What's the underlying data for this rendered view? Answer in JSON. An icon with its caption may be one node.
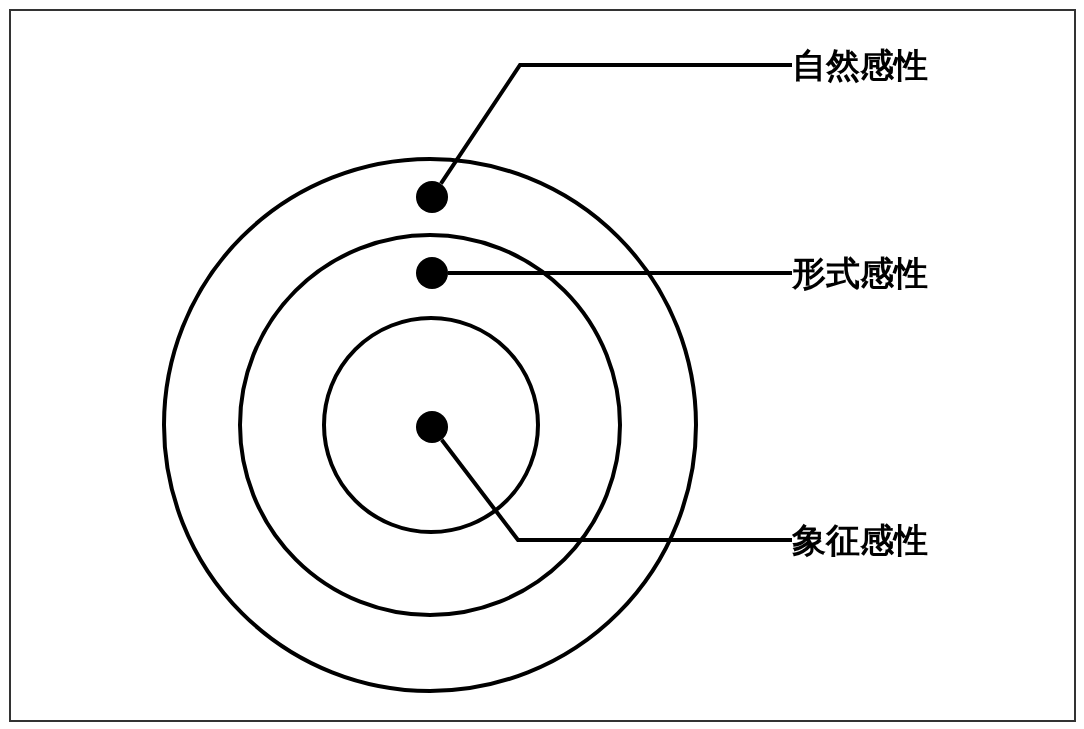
{
  "diagram": {
    "nodes": [
      {
        "text": [],
        "shape": "circle"
      },
      {
        "text": [],
        "shape": "circle",
        "in": 0
      },
      {
        "text": [],
        "shape": "circle",
        "in": 1
      },
      {
        "text": [],
        "shape": "circle",
        "in": 0
      },
      {
        "text": [],
        "shape": "circle",
        "in": 1
      },
      {
        "text": [],
        "shape": "circle",
        "in": 2
      },
      {
        "text": [
          "自然感性"
        ]
      },
      {
        "text": [
          "形式感性"
        ]
      },
      {
        "text": [
          "象征感性"
        ]
      }
    ],
    "edges": [
      {
        "from": 6,
        "to": 3,
        "arrow": "none"
      },
      {
        "from": 7,
        "to": 4,
        "arrow": "none"
      },
      {
        "from": 8,
        "to": 5,
        "arrow": "none"
      }
    ]
  }
}
